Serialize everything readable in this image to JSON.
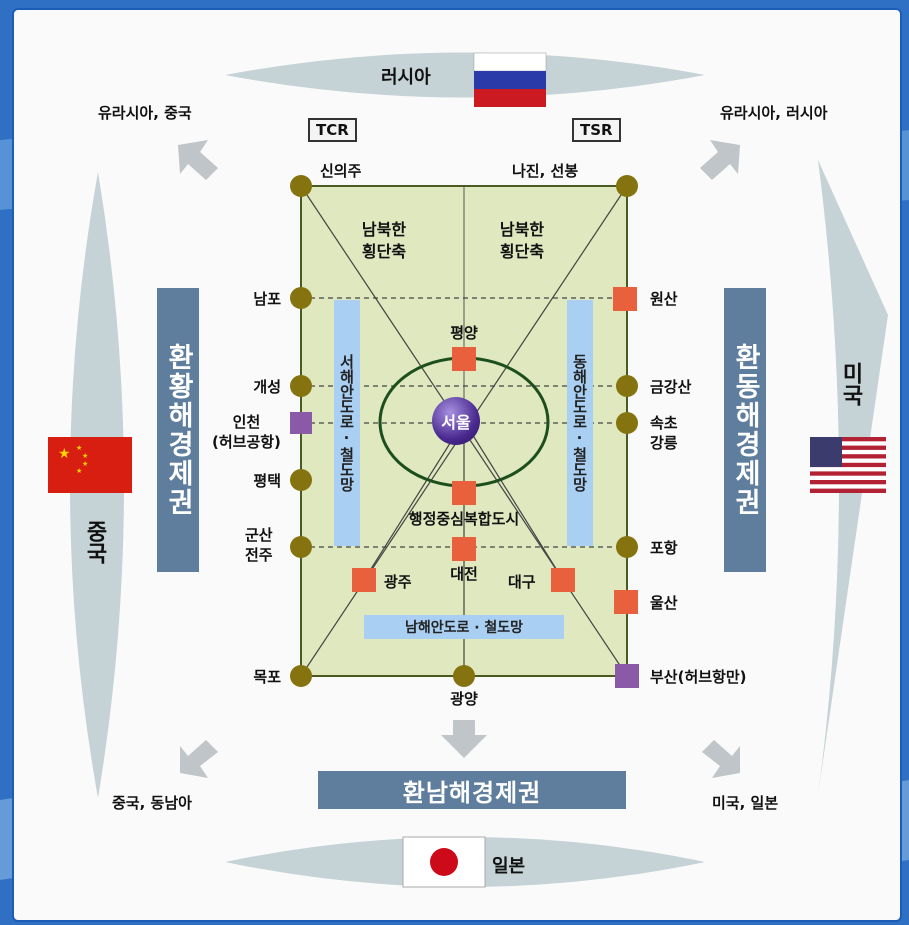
{
  "regions": {
    "russia": "러시아",
    "china": "중국",
    "usa": "미국",
    "japan": "일본"
  },
  "corners": {
    "top_left": "유라시아, 중국",
    "top_right": "유라시아, 러시아",
    "bottom_left": "중국, 동남아",
    "bottom_right": "미국, 일본"
  },
  "rail_labels": {
    "tcr": "TCR",
    "tsr": "TSR"
  },
  "economic_zones": {
    "west": "환황해경제권",
    "east": "환동해경제권",
    "south": "환남해경제권"
  },
  "corridors": {
    "west": "서해안도로·철도망",
    "east": "동해안도로·철도망",
    "south": "남해안도로 · 철도망"
  },
  "axes": {
    "left": "남북한\n횡단축",
    "right": "남북한\n횡단축"
  },
  "cities": {
    "sinuiju": "신의주",
    "najin": "나진, 선봉",
    "nampo": "남포",
    "kaesong": "개성",
    "incheon": "인천\n(허브공항)",
    "pyeongtaek": "평택",
    "gunsan": "군산\n전주",
    "mokpo": "목포",
    "gwangyang": "광양",
    "wonsan": "원산",
    "geumgangsan": "금강산",
    "sokcho": "속초\n강릉",
    "pohang": "포항",
    "ulsan": "울산",
    "busan": "부산(허브항만)",
    "pyongyang": "평양",
    "seoul": "서울",
    "sejong": "행정중심복합도시",
    "daejeon": "대전",
    "gwangju": "광주",
    "daegu": "대구"
  },
  "colors": {
    "frame_blue": "#1c5db8",
    "map_fill": "#dfe8bf",
    "node_olive": "#857310",
    "node_orange": "#e8603c",
    "node_purple": "#8a5aa8",
    "zone_bar": "#5f7e9e",
    "corridor_blue": "#a9cff3",
    "lens": "#c5d2d6"
  }
}
